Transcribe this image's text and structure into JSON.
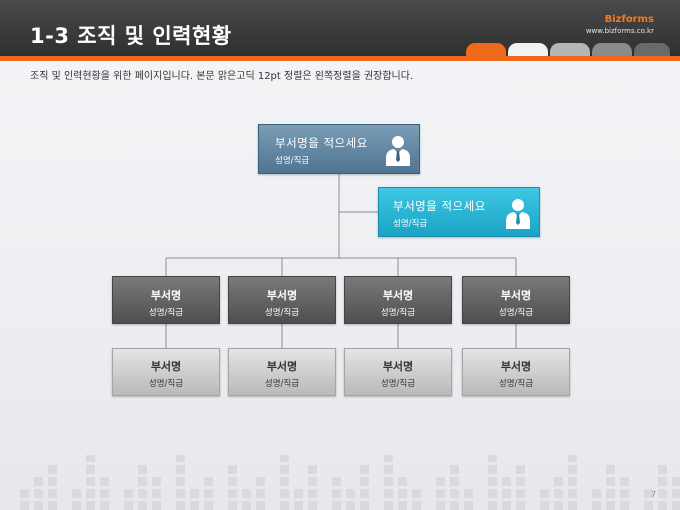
{
  "header": {
    "title": "1-3 조직 및 인력현황",
    "brand": "Bizforms",
    "brand_url": "www.bizforms.co.kr"
  },
  "description": "조직 및 인력현황을 위한 페이지입니다. 본문 맑은고딕 12pt 정렬은 왼쪽정렬을 권장합니다.",
  "org": {
    "top": {
      "name": "부서명을 적으세요",
      "sub": "성명/직급",
      "icon": "person-icon"
    },
    "assistant": {
      "name": "부서명을 적으세요",
      "sub": "성명/직급",
      "icon": "person-icon"
    },
    "departments": [
      {
        "name": "부서명",
        "sub": "성명/직급"
      },
      {
        "name": "부서명",
        "sub": "성명/직급"
      },
      {
        "name": "부서명",
        "sub": "성명/직급"
      },
      {
        "name": "부서명",
        "sub": "성명/직급"
      }
    ],
    "members": [
      {
        "name": "부서명",
        "sub": "성명/직급"
      },
      {
        "name": "부서명",
        "sub": "성명/직급"
      },
      {
        "name": "부서명",
        "sub": "성명/직급"
      },
      {
        "name": "부서명",
        "sub": "성명/직급"
      }
    ]
  },
  "page_number": "7",
  "colors": {
    "accent": "#ee6a1a",
    "header": "#333333",
    "top_node": "#5a7f9b",
    "assistant_node": "#27b3d2",
    "dept_node": "#5c5c5c",
    "member_node": "#cfcfcf"
  }
}
